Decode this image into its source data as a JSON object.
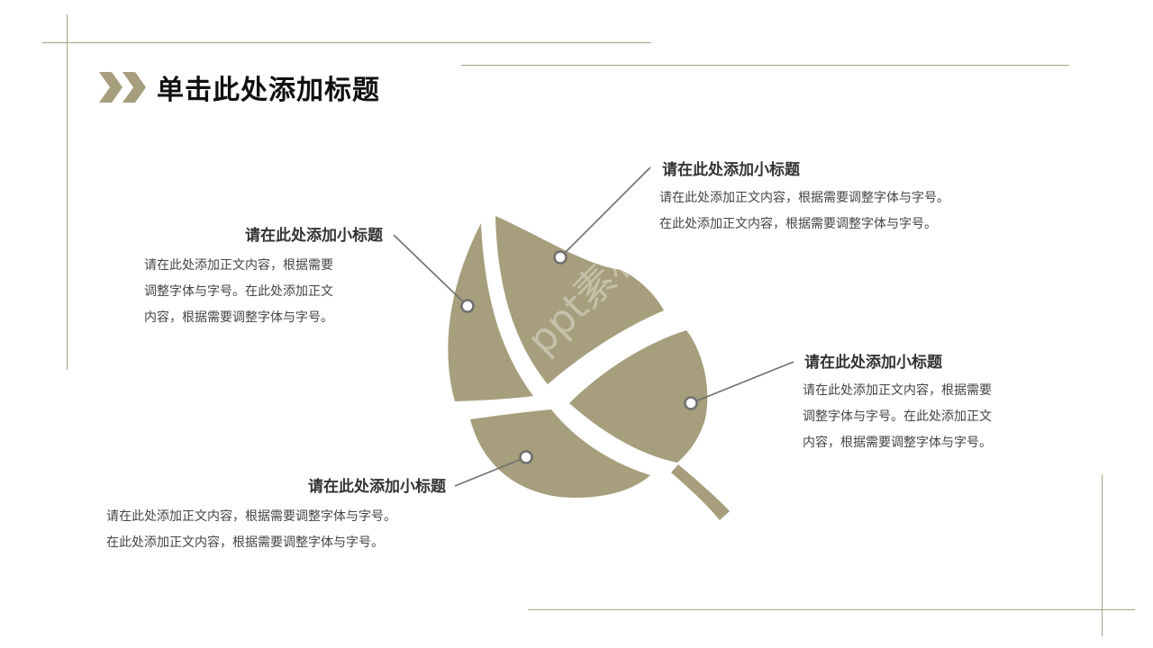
{
  "slide": {
    "title": "单击此处添加标题",
    "watermark": "ppt素材"
  },
  "colors": {
    "accent": "#a69e7c",
    "rule": "#a8a283",
    "connector": "#6f6f6f"
  },
  "callouts": [
    {
      "subtitle": "请在此处添加小标题",
      "lines": [
        "请在此处添加正文内容，根据需要调整字体与字号。",
        "在此处添加正文内容，根据需要调整字体与字号。"
      ]
    },
    {
      "subtitle": "请在此处添加小标题",
      "lines": [
        "请在此处添加正文内容，根据需要",
        "调整字体与字号。在此处添加正文",
        "内容，根据需要调整字体与字号。"
      ]
    },
    {
      "subtitle": "请在此处添加小标题",
      "lines": [
        "请在此处添加正文内容，根据需要",
        "调整字体与字号。在此处添加正文",
        "内容，根据需要调整字体与字号。"
      ]
    },
    {
      "subtitle": "请在此处添加小标题",
      "lines": [
        "请在此处添加正文内容，根据需要调整字体与字号。",
        "在此处添加正文内容，根据需要调整字体与字号。"
      ]
    }
  ]
}
